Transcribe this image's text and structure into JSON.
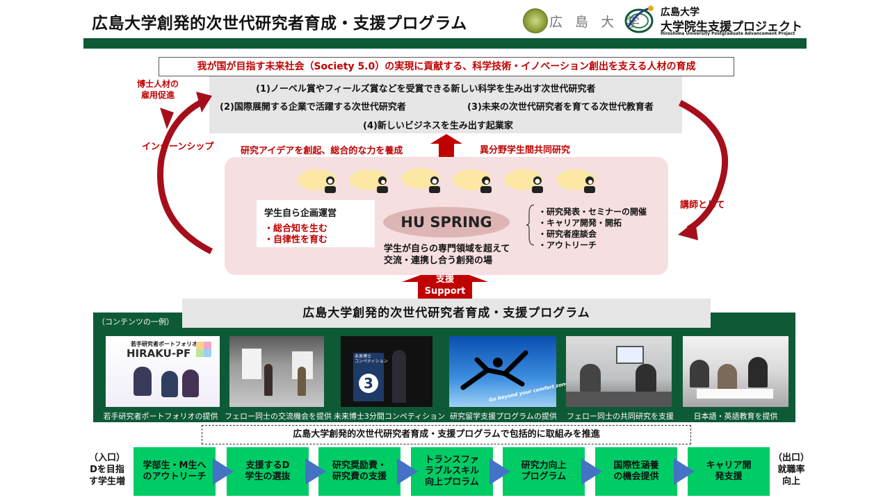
{
  "header": {
    "title": "広島大学創発的次世代研究者育成・支援プログラム",
    "university": "広 島 大 学",
    "project_line1": "広島大学",
    "project_line2": "大学院生支援プロジェクト",
    "project_line3": "Hiroshima University Postgraduate Advancement Project"
  },
  "goal": "我が国が目指す未来社会（Society 5.0）の実現に貢献する、科学技術・イノベーション創出を支える人材の育成",
  "targets": [
    "(1)ノーベル賞やフィールズ賞などを受賞できる新しい科学を生み出す次世代研究者",
    "(2)国際展開する企業で活躍する次世代研究者",
    "(3)未来の次世代研究者を育てる次世代教育者",
    "(4)新しいビジネスを生み出す起業家"
  ],
  "labels": {
    "doctor_employment": "博士人材の\n雇用促進",
    "internship": "インターンシップ",
    "idea": "研究アイデアを創起、総合的な力を養成",
    "interdisciplinary": "異分野学生間共同研究",
    "as_lecturer": "講師として"
  },
  "hub": {
    "self_run_title": "学生自ら企画運営",
    "self_run_items": [
      "・総合知を生む",
      "・自律性を育む"
    ],
    "name": "HU SPRING",
    "description_line1": "学生が自らの専門領域を超えて",
    "description_line2": "交流・連携し合う創発の場",
    "activities": [
      "・研究発表・セミナーの開催",
      "・キャリア開発・開拓",
      "・研究者座談会",
      "・アウトリーチ"
    ]
  },
  "support": {
    "jp": "支援",
    "en": "Support"
  },
  "program_bar": "広島大学創発的次世代研究者育成・支援プログラム",
  "contents": {
    "label": "（コンテンツの一例）",
    "portfolio_title_small": "若手研究者ポートフォリオ",
    "portfolio_title": "HIRAKU-PF",
    "competition_sign": "未来博士\nコンペティション",
    "comfort_zone_text": "Go beyond your comfort zone!",
    "captions": [
      "若手研究者ポートフォリオの提供",
      "フェロー同士の交流機会を提供",
      "未来博士3分間コンペティション",
      "研究留学支援プログラムの提供",
      "フェロー同士の共同研究を支援",
      "日本語・英語教育を提供"
    ]
  },
  "comprehensive": "広島大学創発的次世代研究者育成・支援プログラムで包括的に取組みを推進",
  "pipeline": {
    "entrance": "（入口）\nDを目指\nす学生増",
    "exit": "（出口）\n就職率\n向上",
    "steps": [
      "学部生・M生へ\nのアウトリーチ",
      "支援するD\n学生の選抜",
      "研究奨励費・\n研究費の支援",
      "トランスファ\nラブルスキル\n向上プロラム",
      "研究力向上\nプログラム",
      "国際性涵養\nの機会提供",
      "キャリア開\n発支援"
    ]
  },
  "colors": {
    "brand_green": "#0e5a36",
    "accent_red": "#c00000",
    "step_green": "#00cc66",
    "arrow_blue": "#4472c4",
    "hub_pink": "#f6dfe0"
  }
}
